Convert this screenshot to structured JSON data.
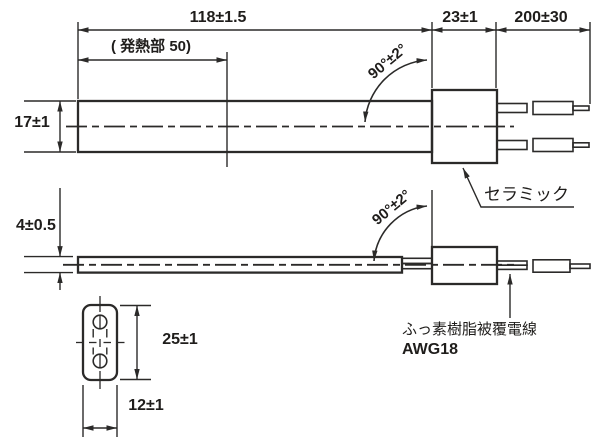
{
  "drawing": {
    "dimensions": {
      "overall_length": "118±1.5",
      "heating_section": "( 発熱部 50)",
      "ceramic_block_length": "23±1",
      "lead_wire_length": "200±30",
      "body_width": "17±1",
      "body_thickness": "4±0.5",
      "lead_angle_top": "90°±2°",
      "lead_angle_side": "90°±2°",
      "section_height": "25±1",
      "section_width": "12±1"
    },
    "labels": {
      "ceramic": "セラミック",
      "lead_wire_material": "ふっ素樹脂被覆電線",
      "lead_wire_gauge": "AWG18"
    },
    "colors": {
      "line": "#2b2a29",
      "background": "#ffffff"
    }
  }
}
